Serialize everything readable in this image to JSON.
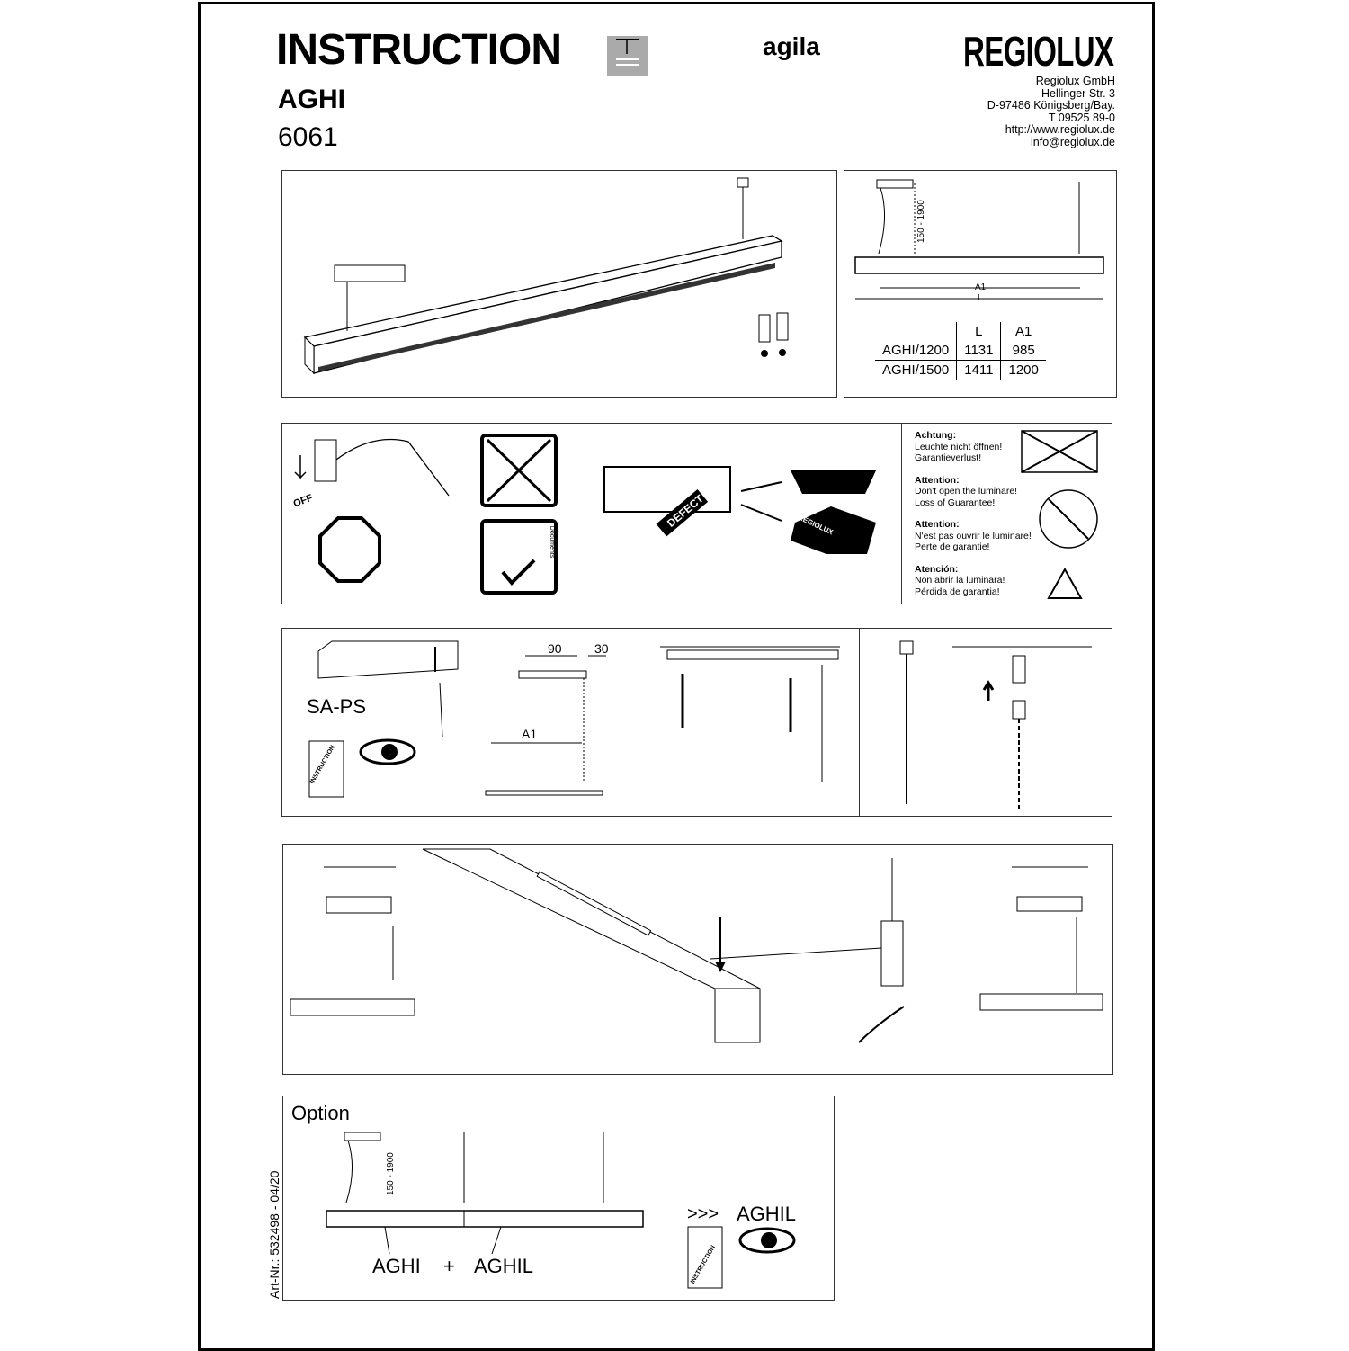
{
  "header": {
    "title": "INSTRUCTION",
    "model": "AGHI",
    "number": "6061",
    "product_family": "agila",
    "brand": "REGIOLUX",
    "address": [
      "Regiolux GmbH",
      "Hellinger Str. 3",
      "D-97486 Königsberg/Bay.",
      "T 09525 89-0",
      "http://www.regiolux.de",
      "info@regiolux.de"
    ]
  },
  "dimensions": {
    "height_range": "150 - 1900",
    "a1_label": "A1",
    "l_label": "L",
    "columns": [
      "",
      "L",
      "A1"
    ],
    "rows": [
      [
        "AGHI/1200",
        "1131",
        "985"
      ],
      [
        "AGHI/1500",
        "1411",
        "1200"
      ]
    ]
  },
  "safety": {
    "off_label": "OFF",
    "defect_label": "DEFECT",
    "box_label": "REGIOLUX",
    "document_label": "Documents",
    "warnings": [
      {
        "heading": "Achtung:",
        "lines": [
          "Leuchte nicht öffnen!",
          "Garantieverlust!"
        ]
      },
      {
        "heading": "Attention:",
        "lines": [
          "Don't open the luminare!",
          "Loss of Guarantee!"
        ]
      },
      {
        "heading": "Attention:",
        "lines": [
          "N'est pas ouvrir le luminare!",
          "Perte de garantie!"
        ]
      },
      {
        "heading": "Atención:",
        "lines": [
          "Non abrir la luminara!",
          "Pérdida de garantia!"
        ]
      }
    ]
  },
  "mounting": {
    "accessory": "SA-PS",
    "instruction_label": "INSTRUCTION",
    "dim_90": "90",
    "dim_30": "30",
    "a1_label": "A1"
  },
  "option": {
    "title": "Option",
    "height_range": "150 - 1900",
    "arrow": ">>>",
    "ref_model": "AGHIL",
    "combo_a": "AGHI",
    "plus": "+",
    "combo_b": "AGHIL",
    "instruction_label": "INSTRUCTION"
  },
  "footer": {
    "article_number": "Art-Nr.: 532498 - 04/20"
  }
}
